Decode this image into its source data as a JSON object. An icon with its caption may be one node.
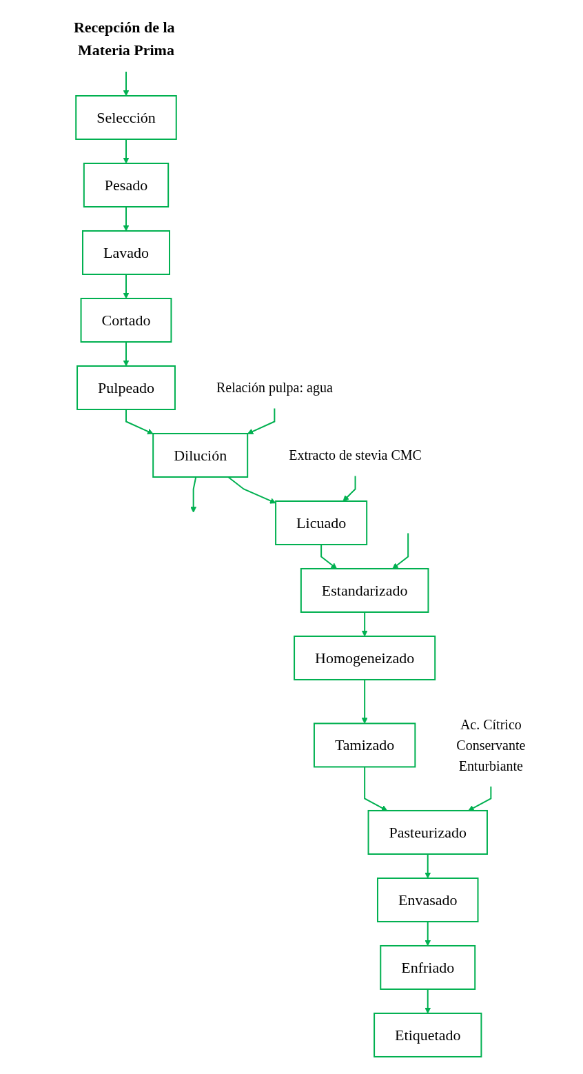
{
  "diagram": {
    "nodes": [
      {
        "text": [
          "Recepción de la Materia Prima"
        ]
      },
      {
        "text": [
          "Selección"
        ]
      },
      {
        "text": [
          "Pesado"
        ]
      },
      {
        "text": [
          "Lavado"
        ]
      },
      {
        "text": [
          "Cortado"
        ]
      },
      {
        "text": [
          "Pulpeado"
        ]
      },
      {
        "text": [
          "Relación pulpa: agua"
        ]
      },
      {
        "text": [
          "Dilución"
        ]
      },
      {
        "text": [
          "Extracto de stevia CMC"
        ]
      },
      {
        "text": [
          "Licuado"
        ]
      },
      {
        "text": [
          "Estandarizado"
        ]
      },
      {
        "text": [
          "Homogeneizado"
        ]
      },
      {
        "text": [
          "Tamizado"
        ]
      },
      {
        "text": [
          "Ac. Cítrico",
          "Conservante",
          "Enturbiante"
        ]
      },
      {
        "text": [
          "Pasteurizado"
        ]
      },
      {
        "text": [
          "Envasado"
        ]
      },
      {
        "text": [
          "Enfriado"
        ]
      },
      {
        "text": [
          "Etiquetado"
        ]
      }
    ],
    "edges": [
      {
        "from": 0,
        "to": 1,
        "arrow": "to"
      },
      {
        "from": 1,
        "to": 2,
        "arrow": "to"
      },
      {
        "from": 2,
        "to": 3,
        "arrow": "to"
      },
      {
        "from": 3,
        "to": 4,
        "arrow": "to"
      },
      {
        "from": 4,
        "to": 5,
        "arrow": "to"
      },
      {
        "from": 5,
        "to": 7,
        "arrow": "to"
      },
      {
        "from": 6,
        "to": 7,
        "arrow": "to"
      },
      {
        "from": 7,
        "to": null,
        "arrow": "to"
      },
      {
        "from": 7,
        "to": 9,
        "arrow": "to"
      },
      {
        "from": 8,
        "to": 9,
        "arrow": "to"
      },
      {
        "from": 9,
        "to": 10,
        "arrow": "to"
      },
      {
        "from": null,
        "to": 10,
        "arrow": "to"
      },
      {
        "from": 10,
        "to": 11,
        "arrow": "to"
      },
      {
        "from": 11,
        "to": 12,
        "arrow": "to"
      },
      {
        "from": 12,
        "to": 14,
        "arrow": "to"
      },
      {
        "from": 13,
        "to": 14,
        "arrow": "to"
      },
      {
        "from": 14,
        "to": 15,
        "arrow": "to"
      },
      {
        "from": 15,
        "to": 16,
        "arrow": "to"
      },
      {
        "from": 16,
        "to": 17,
        "arrow": "to"
      }
    ]
  }
}
